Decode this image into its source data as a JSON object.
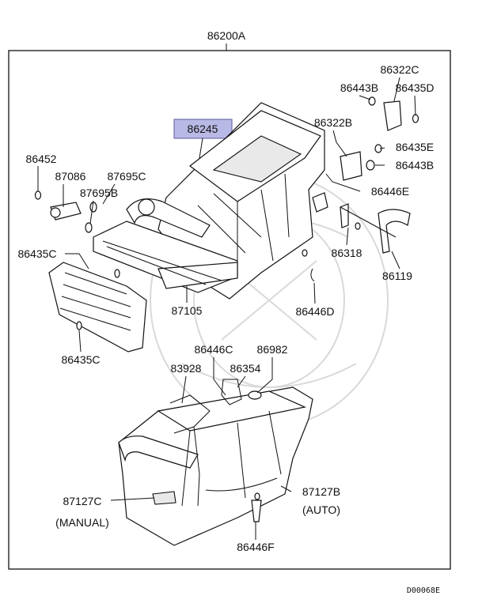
{
  "diagram": {
    "assembly_label": "86200A",
    "highlighted_label": "86245",
    "part_labels": {
      "p86322C": "86322C",
      "p86443B_top": "86443B",
      "p86435D": "86435D",
      "p86322B": "86322B",
      "p86435E": "86435E",
      "p86443B_right": "86443B",
      "p86446E": "86446E",
      "p86452": "86452",
      "p87086": "87086",
      "p87695C": "87695C",
      "p87695B": "87695B",
      "p86435C_top": "86435C",
      "p86318": "86318",
      "p86119": "86119",
      "p87105": "87105",
      "p86446D": "86446D",
      "p86435C_bottom": "86435C",
      "p86446C": "86446C",
      "p86982": "86982",
      "p83928": "83928",
      "p86354": "86354",
      "p87127C": "87127C",
      "p87127B": "87127B",
      "p86446F": "86446F"
    },
    "notes": {
      "manual": "(MANUAL)",
      "auto": "(AUTO)"
    },
    "drawing_code": "D00068E"
  }
}
